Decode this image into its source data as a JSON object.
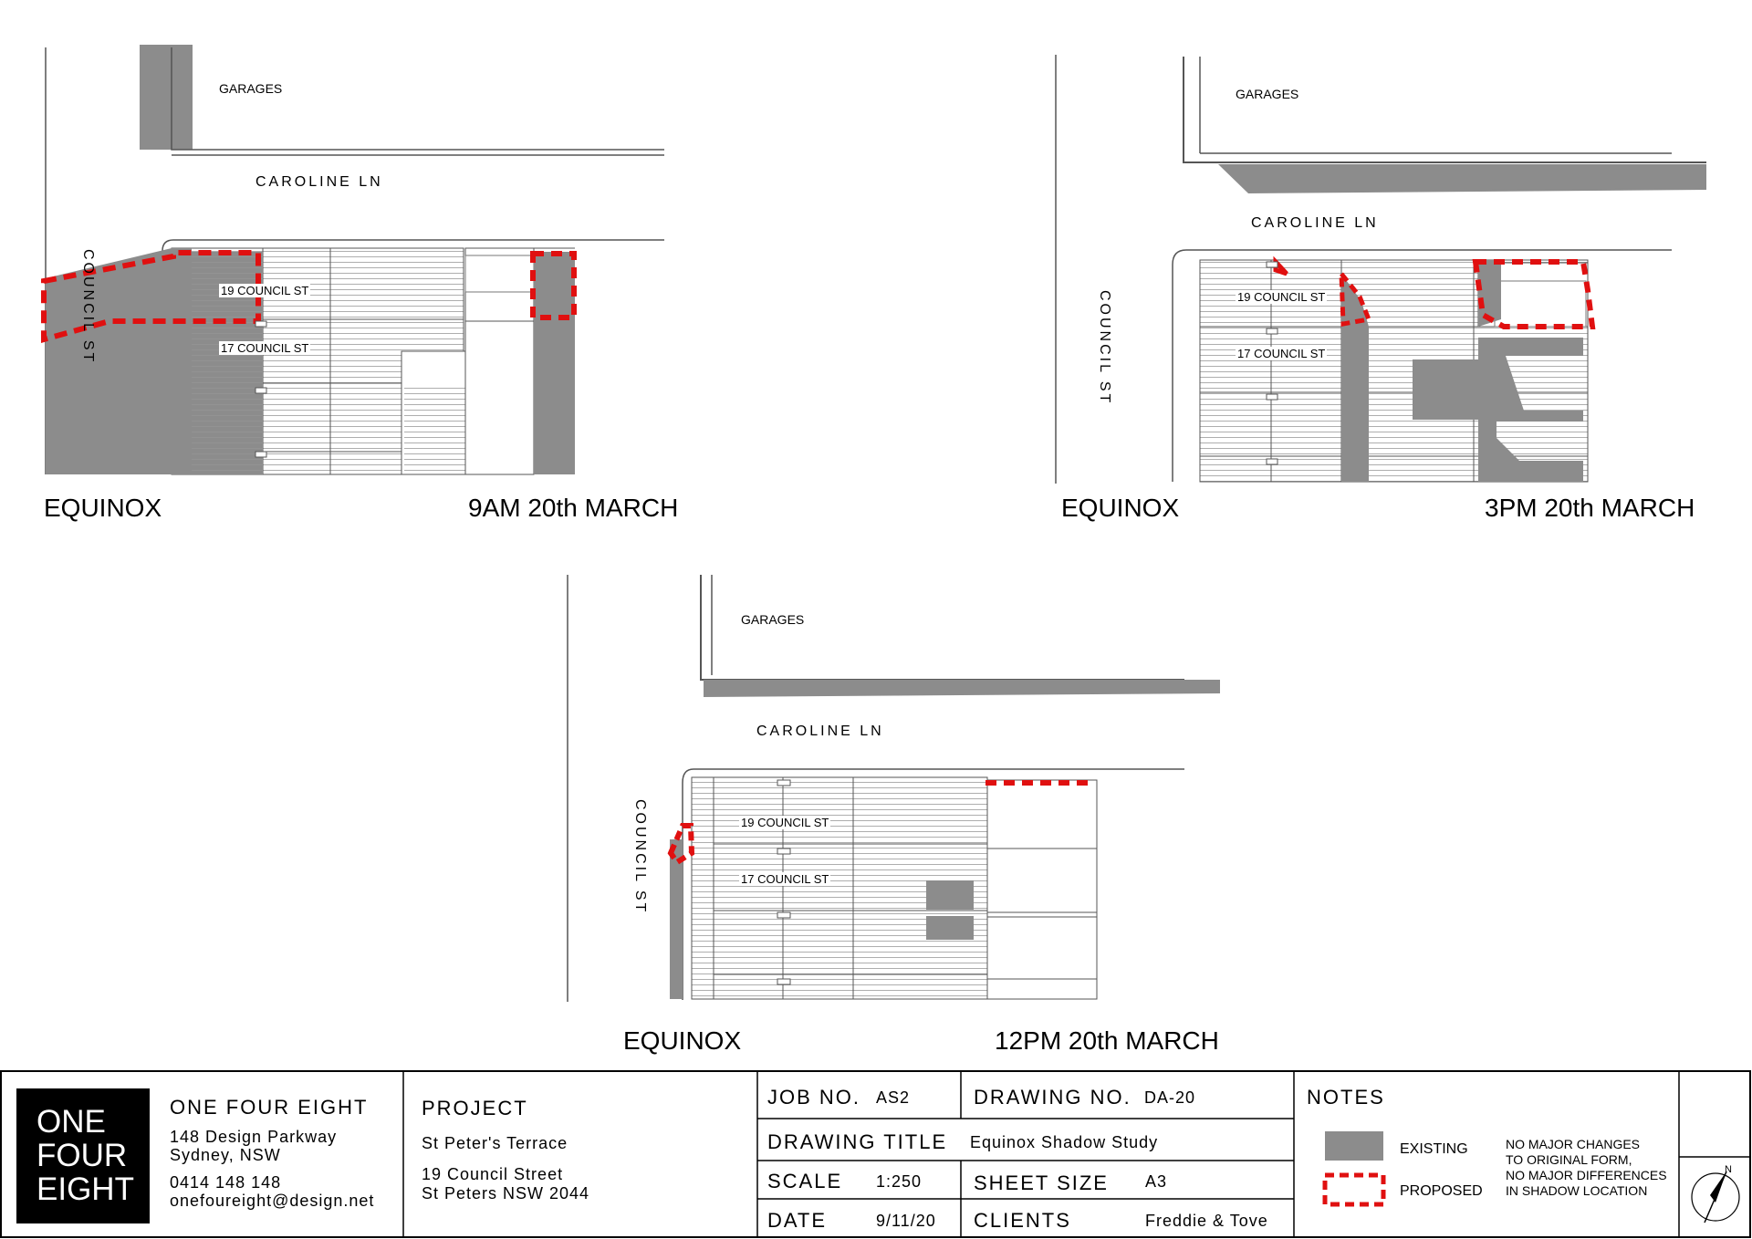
{
  "panels": [
    {
      "garages": "GARAGES",
      "lane": "CAROLINE LN",
      "street": "COUNCIL ST",
      "house1": "19 COUNCIL ST",
      "house2": "17 COUNCIL ST",
      "caption_left": "EQUINOX",
      "caption_right": "9AM 20th MARCH"
    },
    {
      "garages": "GARAGES",
      "lane": "CAROLINE LN",
      "street": "COUNCIL ST",
      "house1": "19 COUNCIL ST",
      "house2": "17 COUNCIL ST",
      "caption_left": "EQUINOX",
      "caption_right": "3PM 20th MARCH"
    },
    {
      "garages": "GARAGES",
      "lane": "CAROLINE LN",
      "street": "COUNCIL ST",
      "house1": "19 COUNCIL ST",
      "house2": "17 COUNCIL ST",
      "caption_left": "EQUINOX",
      "caption_right": "12PM 20th MARCH"
    }
  ],
  "title_block": {
    "logo_lines": [
      "ONE",
      "FOUR",
      "EIGHT"
    ],
    "firm_name": "ONE FOUR EIGHT",
    "address1": "148 Design Parkway",
    "address2": "Sydney, NSW",
    "phone": "0414 148 148",
    "email": "onefoureight@design.net",
    "project_label": "PROJECT",
    "project_name": "St Peter's Terrace",
    "project_addr1": "19 Council Street",
    "project_addr2": "St Peters NSW 2044",
    "job_label": "JOB NO.",
    "job_value": "AS2",
    "drawing_no_label": "DRAWING NO.",
    "drawing_no_value": "DA-20",
    "drawing_title_label": "DRAWING TITLE",
    "drawing_title_value": "Equinox Shadow Study",
    "scale_label": "SCALE",
    "scale_value": "1:250",
    "sheet_label": "SHEET SIZE",
    "sheet_value": "A3",
    "date_label": "DATE",
    "date_value": "9/11/20",
    "clients_label": "CLIENTS",
    "clients_value": "Freddie & Tove",
    "notes_label": "NOTES",
    "legend_existing": "EXISTING",
    "legend_proposed": "PROPOSED",
    "note1": "NO MAJOR CHANGES",
    "note2": "TO ORIGINAL FORM,",
    "note3": "NO MAJOR DIFFERENCES",
    "note4": "IN SHADOW LOCATION",
    "north": "N"
  },
  "colors": {
    "existing": "#8c8c8c",
    "proposed": "#e01010",
    "line": "#555555"
  }
}
